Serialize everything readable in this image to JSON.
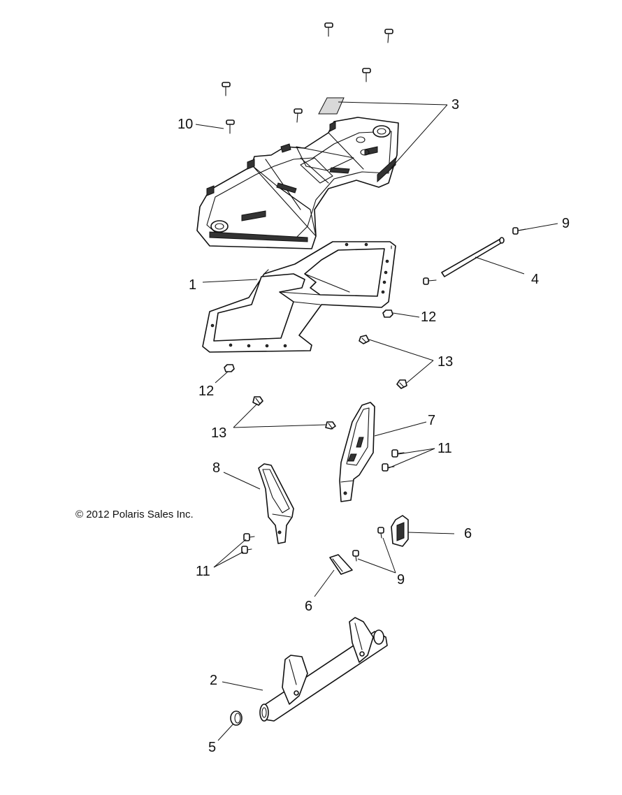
{
  "copyright": "© 2012 Polaris Sales Inc.",
  "callouts": {
    "c1": "1",
    "c2": "2",
    "c3": "3",
    "c4": "4",
    "c5": "5",
    "c6a": "6",
    "c6b": "6",
    "c7": "7",
    "c8": "8",
    "c9a": "9",
    "c9b": "9",
    "c10": "10",
    "c11a": "11",
    "c11b": "11",
    "c12a": "12",
    "c12b": "12",
    "c13a": "13",
    "c13b": "13"
  }
}
